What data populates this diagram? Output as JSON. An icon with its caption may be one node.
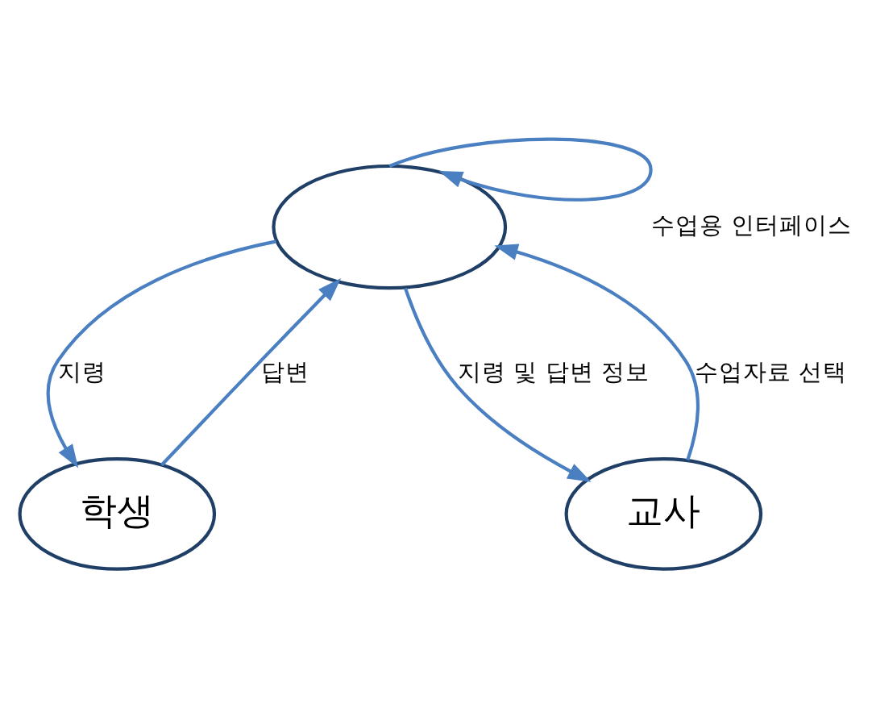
{
  "diagram": {
    "nodes": [
      {
        "text": [],
        "shape": "ellipse"
      },
      {
        "text": [
          "학생"
        ]
      },
      {
        "text": [
          "교사"
        ]
      }
    ],
    "edges": [
      {
        "from": 0,
        "to": 0,
        "arrow": "to",
        "label": "수업용 인터페이스"
      },
      {
        "from": 0,
        "to": 1,
        "arrow": "to",
        "label": "지령"
      },
      {
        "from": 1,
        "to": 0,
        "arrow": "to",
        "label": "답변"
      },
      {
        "from": 2,
        "to": 0,
        "arrow": "to",
        "label": "수업자료 선택"
      },
      {
        "from": 0,
        "to": 2,
        "arrow": "to",
        "label": "지령 및 답변 정보"
      }
    ]
  }
}
